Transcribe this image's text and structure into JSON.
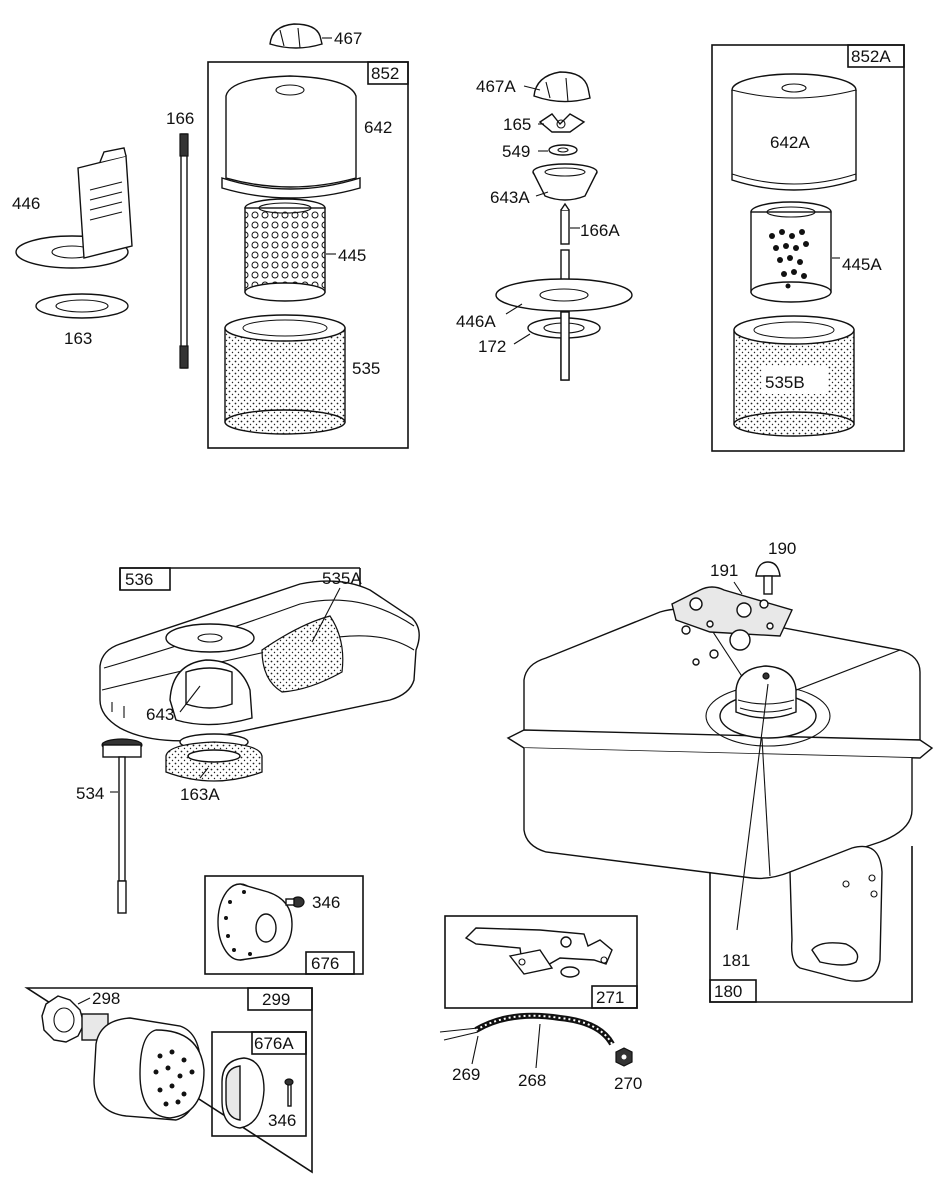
{
  "labels": {
    "p467": "467",
    "p852": "852",
    "p642": "642",
    "p166": "166",
    "p446": "446",
    "p445": "445",
    "p163": "163",
    "p535": "535",
    "p467A": "467A",
    "p165": "165",
    "p549": "549",
    "p643A": "643A",
    "p166A": "166A",
    "p446A": "446A",
    "p172": "172",
    "p852A": "852A",
    "p642A": "642A",
    "p445A": "445A",
    "p535B": "535B",
    "p536": "536",
    "p535A": "535A",
    "p643": "643",
    "p534": "534",
    "p163A": "163A",
    "p346a": "346",
    "p676": "676",
    "p298": "298",
    "p299": "299",
    "p676A": "676A",
    "p346b": "346",
    "p190": "190",
    "p191": "191",
    "p181": "181",
    "p180": "180",
    "p271": "271",
    "p269": "269",
    "p268": "268",
    "p270": "270"
  }
}
